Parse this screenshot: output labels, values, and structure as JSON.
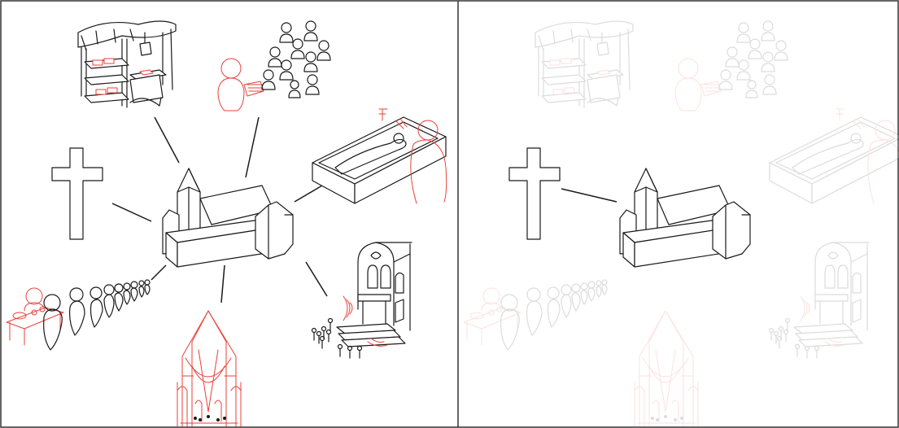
{
  "figure": {
    "panels": [
      {
        "id": "left",
        "state": "all-connected"
      },
      {
        "id": "right",
        "state": "cross-only"
      }
    ],
    "nodes": [
      "church",
      "market-stall",
      "crowd-preacher",
      "tomb",
      "cross",
      "procession",
      "church-entrance",
      "nave-interior"
    ],
    "colors": {
      "line": "#1a1a1a",
      "accent": "#e8413a",
      "frame": "#333333"
    }
  }
}
